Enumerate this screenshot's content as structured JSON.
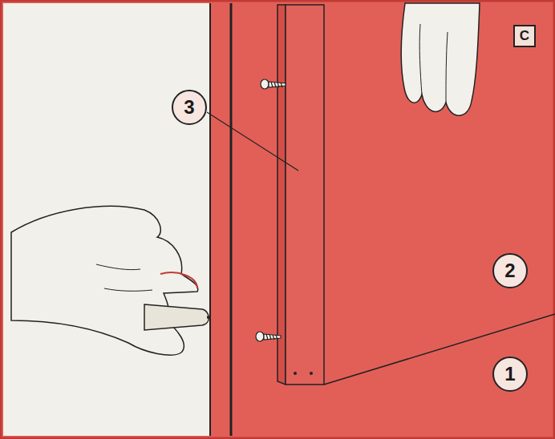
{
  "diagram": {
    "nodes": [
      {
        "text": [
          "C"
        ]
      },
      {
        "text": [
          "3"
        ]
      },
      {
        "text": [
          "2"
        ]
      },
      {
        "text": [
          "1"
        ]
      }
    ]
  }
}
